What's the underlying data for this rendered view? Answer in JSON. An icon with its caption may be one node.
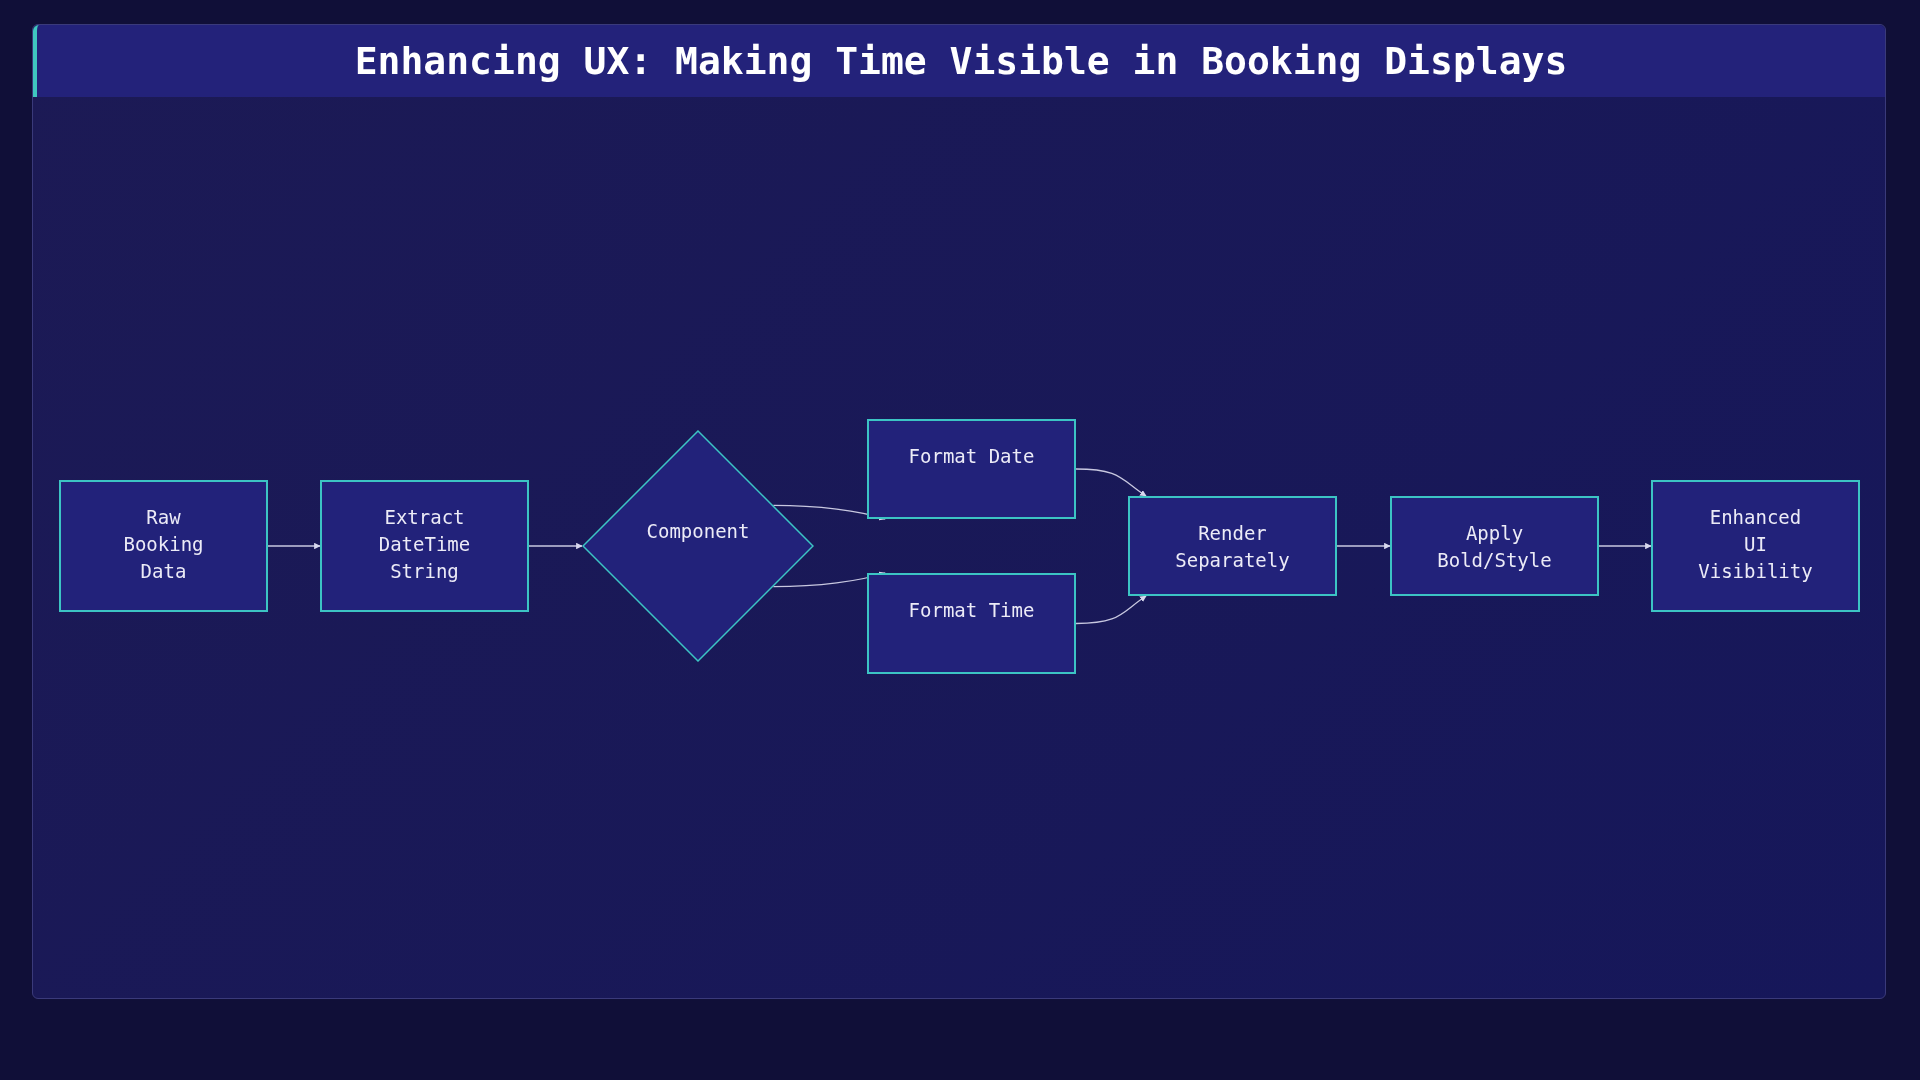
{
  "diagram": {
    "title": "Enhancing UX: Making Time Visible in Booking Displays",
    "nodes": [
      {
        "text": [
          "Raw Booking Data"
        ]
      },
      {
        "text": [
          "Extract DateTime String"
        ]
      },
      {
        "text": [
          "Component"
        ]
      },
      {
        "text": [
          "Format Date"
        ]
      },
      {
        "text": [
          "Format Time"
        ]
      },
      {
        "text": [
          "Render Separately"
        ]
      },
      {
        "text": [
          "Apply Bold/Style"
        ]
      },
      {
        "text": [
          "Enhanced UI Visibility"
        ]
      }
    ],
    "edges": [
      {
        "from": 0,
        "to": 1,
        "arrow": "to"
      },
      {
        "from": 1,
        "to": 2,
        "arrow": "to"
      },
      {
        "from": 2,
        "to": 3,
        "arrow": "to"
      },
      {
        "from": 2,
        "to": 4,
        "arrow": "to"
      },
      {
        "from": 3,
        "to": 5,
        "arrow": "to"
      },
      {
        "from": 4,
        "to": 5,
        "arrow": "to"
      },
      {
        "from": 5,
        "to": 6,
        "arrow": "to"
      },
      {
        "from": 6,
        "to": 7,
        "arrow": "to"
      }
    ]
  }
}
